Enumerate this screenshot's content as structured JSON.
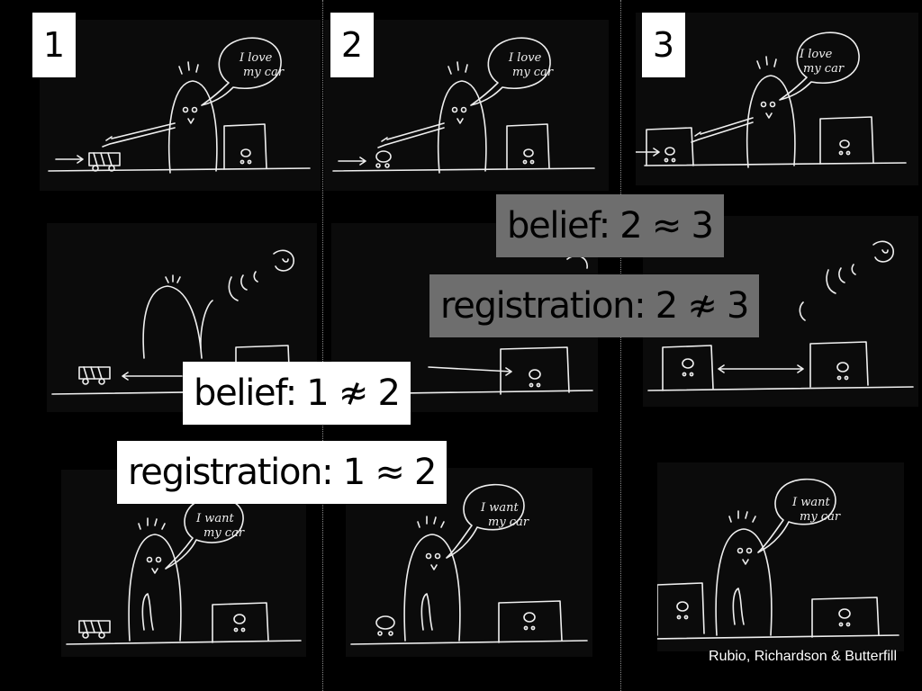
{
  "columns": [
    "1",
    "2",
    "3"
  ],
  "labels": {
    "belief_1_2": "belief: 1 ≉ 2",
    "registration_1_2": "registration: 1 ≈ 2",
    "belief_2_3": "belief: 2 ≈ 3",
    "registration_2_3": "registration: 2 ≉ 3"
  },
  "speech": {
    "love_line1": "I love",
    "love_line2": "my car",
    "want_line1": "I want",
    "want_line2": "my car"
  },
  "credit": "Rubio, Richardson & Butterfill"
}
